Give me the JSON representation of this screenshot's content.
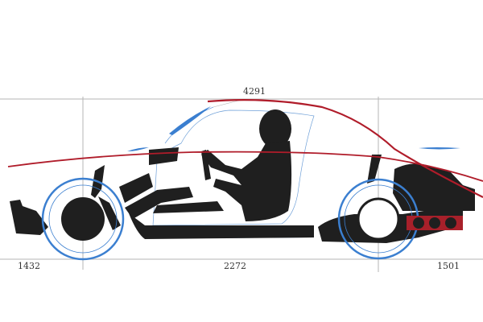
{
  "dimensions": {
    "overall_length": "4291",
    "front_overhang": "1432",
    "wheelbase": "2272",
    "rear_overhang": "1501"
  },
  "colors": {
    "body_outline": "#b01c2a",
    "wheel_outline": "#3b7fd0",
    "silhouette": "#1f1f1f",
    "dimension_line": "#b5b5b5",
    "exhaust": "#a8202a"
  }
}
